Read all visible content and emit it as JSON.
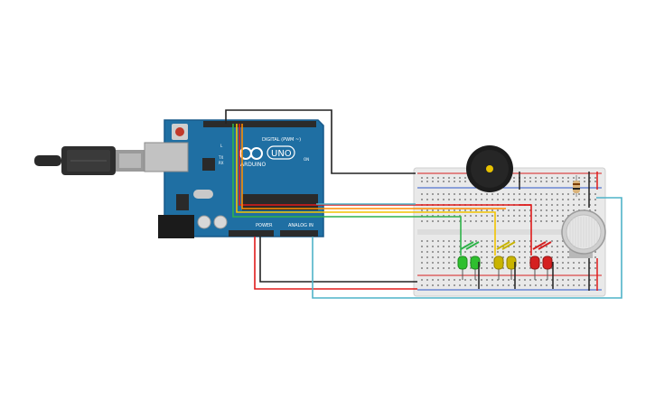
{
  "board": {
    "brand": "ARDUINO",
    "model": "UNO",
    "digital_label": "DIGITAL (PWM ~)",
    "power_label": "POWER",
    "analog_label": "ANALOG IN",
    "tx_label": "TX",
    "rx_label": "RX",
    "l_label": "L",
    "on_label": "ON"
  },
  "colors": {
    "board": "#1f6fa3",
    "board_dark": "#17598a",
    "header": "#2b2b2b",
    "breadboard": "#e9e9e9",
    "rail_red": "#d62020",
    "rail_blue": "#2a55c9",
    "wire_black": "#222222",
    "wire_red": "#e01b1b",
    "wire_yellow": "#f2c400",
    "wire_orange": "#ff8c00",
    "wire_green": "#2fb34a",
    "wire_cyan": "#4fb3c8",
    "led_green": "#2fbf2f",
    "led_yellow": "#c9b400",
    "led_red": "#d42020"
  }
}
